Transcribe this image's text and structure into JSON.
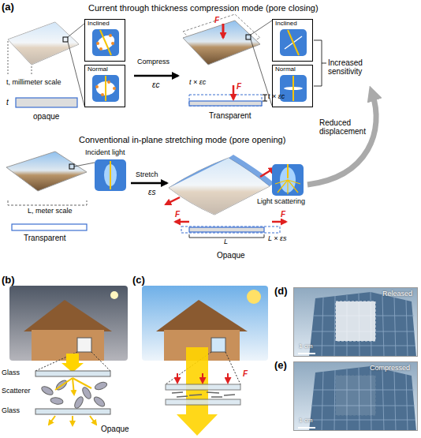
{
  "diagram": {
    "nodes": [
      {
        "text": [
          "Inclined"
        ]
      },
      {
        "text": [
          "Normal"
        ]
      },
      {
        "text": [
          "Inclined"
        ]
      },
      {
        "text": [
          "Normal"
        ]
      },
      {
        "text": [
          "Released",
          "1 cm"
        ]
      },
      {
        "text": [
          "Compressed",
          "1 cm"
        ]
      }
    ],
    "labels": [
      "(a)",
      "Current through thickness compression mode (pore closing)",
      "t, millimeter scale",
      "t",
      "opaque",
      "Compress",
      "εc",
      "F",
      "t × εc",
      "F",
      "t × εc",
      "Transparent",
      "Increased sensitivity",
      "Reduced displacement",
      "Conventional in-plane stretching mode (pore opening)",
      "Incident light",
      "Stretch",
      "εs",
      "Light scattering",
      "L, meter scale",
      "Transparent",
      "F",
      "F",
      "L",
      "L × εs",
      "Opaque",
      "(b)",
      "Glass",
      "Scatterer",
      "Glass",
      "Opaque",
      "(c)",
      "F",
      "(d)",
      "(e)"
    ]
  }
}
